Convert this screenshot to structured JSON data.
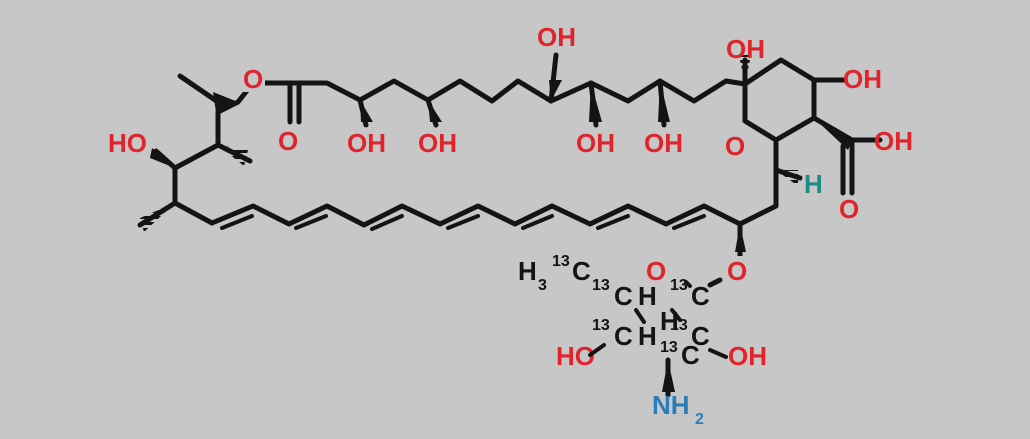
{
  "colors": {
    "background": "#c8c7c8",
    "bond": "#141414",
    "oxygen": "#e0242b",
    "nitrogen": "#2a7db8",
    "stereo_h": "#1f8a84",
    "carbon": "#141414"
  },
  "labels": {
    "hydroxyl": "OH",
    "hydroxyl_left": "HO",
    "oxygen": "O",
    "hydrogen": "H",
    "amine_n": "NH",
    "amine_sub": "2",
    "methyl": "H",
    "methyl_sub": "3",
    "isotope": "13",
    "carbon": "C"
  }
}
